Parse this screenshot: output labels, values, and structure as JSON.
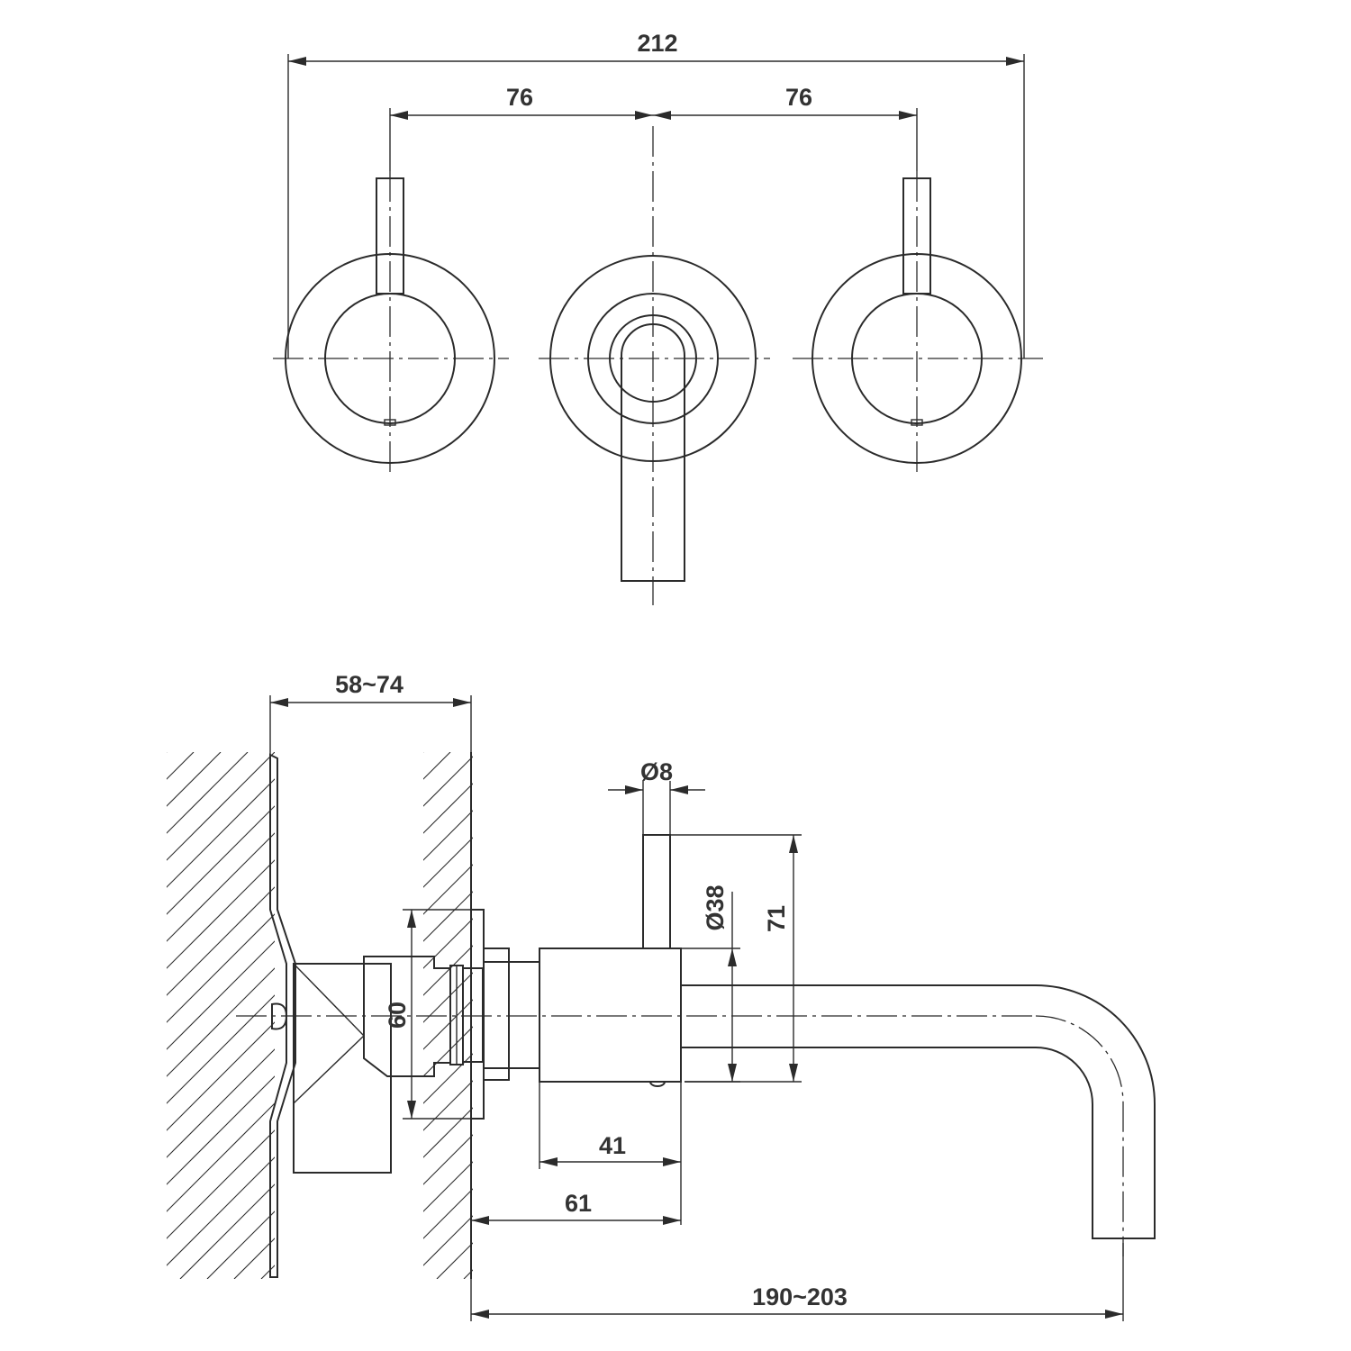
{
  "front_view": {
    "overall_width": "212",
    "left_spacing": "76",
    "right_spacing": "76"
  },
  "side_view": {
    "wall_depth": "58~74",
    "handle_diameter": "Ø8",
    "body_diameter": "Ø38",
    "handle_height": "71",
    "flange_height": "60",
    "body_length": "41",
    "body_projection": "61",
    "spout_reach": "190~203"
  },
  "colors": {
    "line": "#2b2b2b",
    "text": "#333333",
    "background": "#ffffff"
  }
}
